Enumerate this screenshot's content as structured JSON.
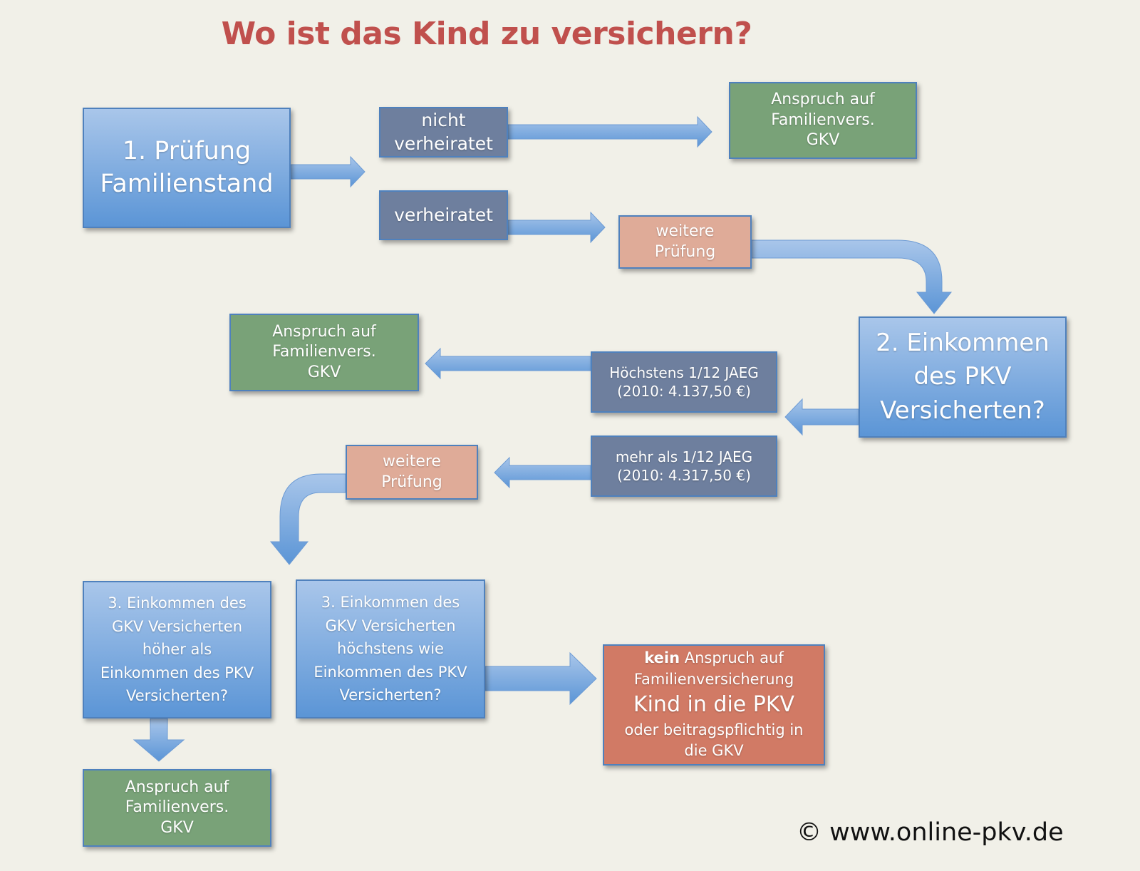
{
  "title": "Wo ist das Kind zu versichern?",
  "boxes": {
    "step1": [
      "1. Prüfung",
      "Familienstand"
    ],
    "not_married": [
      "nicht",
      "verheiratet"
    ],
    "married": "verheiratet",
    "claim_top": [
      "Anspruch auf",
      "Familienvers.",
      "GKV"
    ],
    "further_check_1": [
      "weitere",
      "Prüfung"
    ],
    "step2": [
      "2. Einkommen",
      "des PKV",
      "Versicherten?"
    ],
    "claim_mid": [
      "Anspruch auf",
      "Familienvers.",
      "GKV"
    ],
    "max_income": [
      "Höchstens 1/12 JAEG",
      "(2010: 4.137,50 €)"
    ],
    "more_income": [
      "mehr als 1/12 JAEG",
      "(2010: 4.317,50 €)"
    ],
    "further_check_2": [
      "weitere",
      "Prüfung"
    ],
    "step3a": [
      "3. Einkommen des",
      "GKV Versicherten",
      "höher als",
      "Einkommen des PKV",
      "Versicherten?"
    ],
    "step3b": [
      "3. Einkommen des",
      "GKV Versicherten",
      "höchstens wie",
      "Einkommen des PKV",
      "Versicherten?"
    ],
    "no_claim": {
      "bold": "kein",
      "line1": " Anspruch auf",
      "line2": "Familienversicherung",
      "big": "Kind in die PKV",
      "line3": "oder beitragspflichtig in",
      "line4": "die GKV"
    },
    "claim_bottom": [
      "Anspruch auf",
      "Familienvers.",
      "GKV"
    ]
  },
  "copyright": "© www.online-pkv.de",
  "colors": {
    "title": "#c0504d",
    "blue": "#5b95d6",
    "slate": "#6e7f9e",
    "green": "#79a278",
    "salmon": "#dfab98",
    "red": "#d17a65"
  }
}
